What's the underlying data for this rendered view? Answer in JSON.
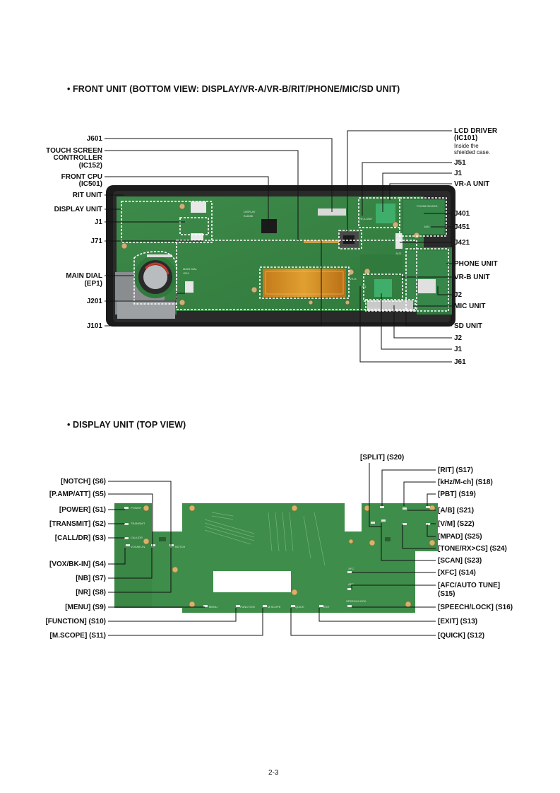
{
  "section1": {
    "heading": "• FRONT UNIT (BOTTOM VIEW: DISPLAY/VR-A/VR-B/RIT/PHONE/MIC/SD UNIT)",
    "left_labels": [
      "J601",
      "TOUCH SCREEN",
      "CONTROLLER",
      "(IC152)",
      "FRONT CPU",
      "(IC501)",
      "RIT UNIT",
      "DISPLAY UNIT",
      "J1",
      "J71",
      "MAIN DIAL",
      "(EP1)",
      "J201",
      "J101"
    ],
    "right_labels": [
      "LCD DRIVER",
      "(IC101)",
      "Inside the",
      "shielded case.",
      "J51",
      "J1",
      "VR-A UNIT",
      "J401",
      "J451",
      "J421",
      "PHONE UNIT",
      "VR-B UNIT",
      "J2",
      "MIC UNIT",
      "SD UNIT",
      "J2",
      "J1",
      "J61"
    ],
    "board_silk": [
      "DISPLAY",
      "B-6838",
      "MAIN DIAL",
      "J201",
      "VR-A UNIT",
      "PHONE BOARD",
      "VR-B",
      "MIC UNIT",
      "J61",
      "J421",
      "J451"
    ]
  },
  "section2": {
    "heading": "• DISPLAY UNIT (TOP VIEW)",
    "left_labels": [
      "[NOTCH] (S6)",
      "[P.AMP/ATT] (S5)",
      "[POWER] (S1)",
      "[TRANSMIT] (S2)",
      "[CALL/DR] (S3)",
      "[VOX/BK-IN] (S4)",
      "[NB] (S7)",
      "[NR] (S8)",
      "[MENU] (S9)",
      "[FUNCTION] (S10)",
      "[M.SCOPE] (S11)"
    ],
    "right_labels": [
      "[SPLIT] (S20)",
      "[RIT] (S17)",
      "[kHz/M-ch] (S18)",
      "[PBT] (S19)",
      "[A/B] (S21)",
      "[V/M] (S22)",
      "[MPAD] (S25)",
      "[TONE/RX>CS] (S24)",
      "[SCAN] (S23)",
      "[XFC] (S14)",
      "[AFC/AUTO TUNE]",
      "(S15)",
      "[SPEECH/LOCK] (S16)",
      "[EXIT] (S13)",
      "[QUICK] (S12)"
    ],
    "board_silk": [
      "POWER",
      "TRANSMIT",
      "CALL/DR",
      "VOX/BK-IN",
      "NOTCH",
      "MENU",
      "FUNCTION",
      "M.SCOPE",
      "QUICK",
      "EXIT",
      "SPEECH/LOCK",
      "XFC",
      "AFC"
    ]
  },
  "page_number": "2-3"
}
